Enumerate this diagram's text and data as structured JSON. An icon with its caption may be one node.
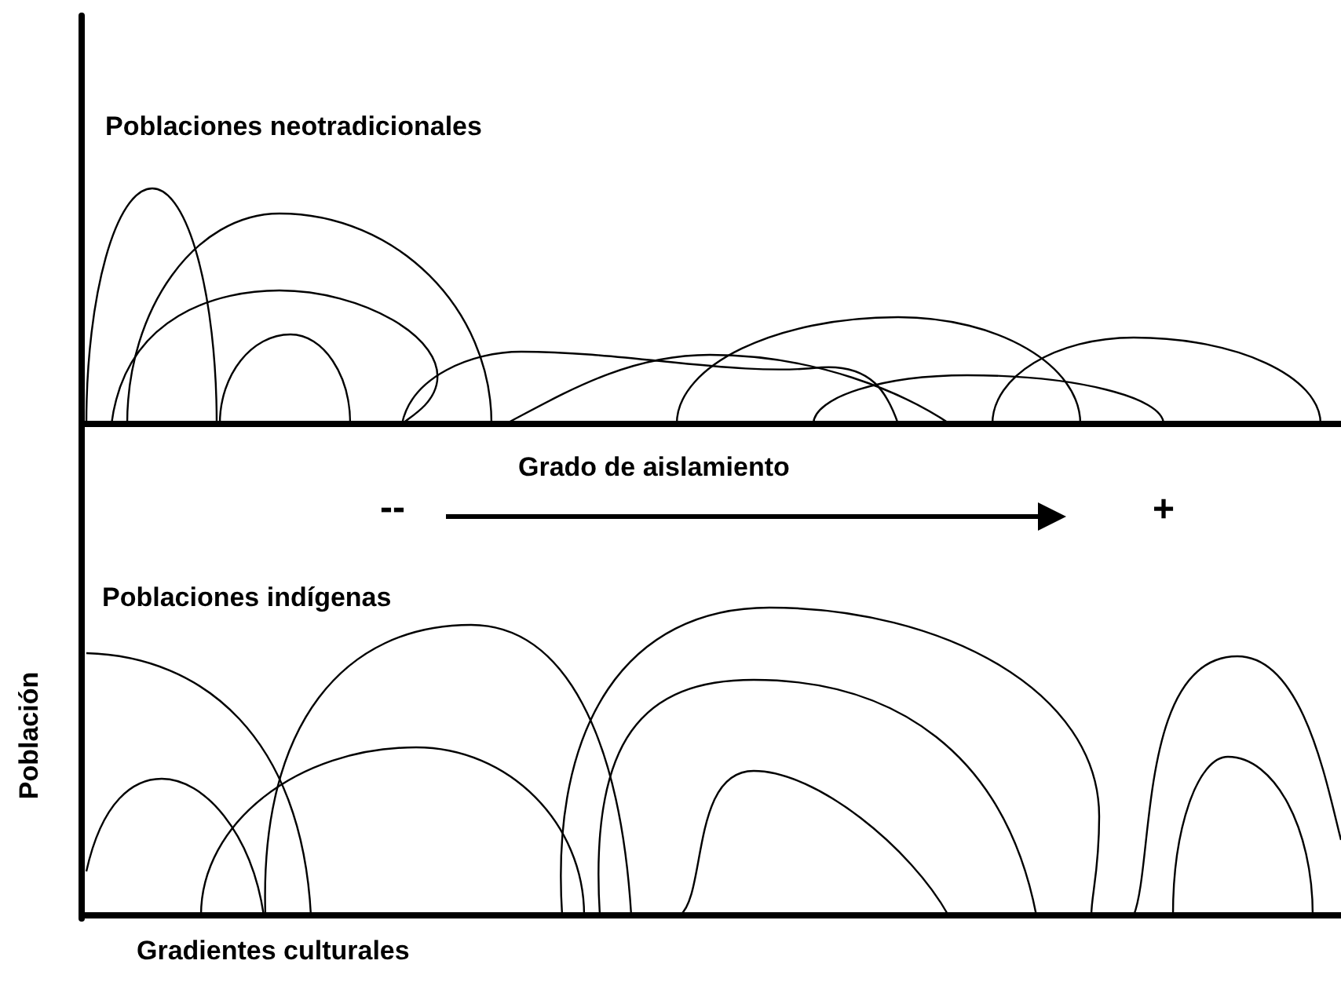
{
  "diagram": {
    "labels": [
      "Poblaciones neotradicionales",
      "Grado de aislamiento",
      "--",
      "+",
      "Poblaciones indígenas",
      "Población",
      "Gradientes culturales"
    ]
  }
}
